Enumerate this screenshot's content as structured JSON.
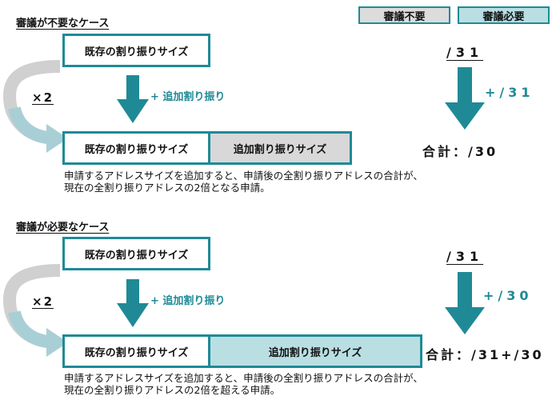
{
  "legend": {
    "not_required": "審議不要",
    "required": "審議必要"
  },
  "sections": [
    {
      "title": "審議が不要なケース",
      "existing_label": "既存の割り振りサイズ",
      "times": "×2",
      "add_label": "+ 追加割り振り",
      "bar_existing": "既存の割り振りサイズ",
      "bar_added": "追加割り振りサイズ",
      "mask": "/31",
      "mask_add": "+/31",
      "total": "合計：/30",
      "description_1": "申請するアドレスサイズを追加すると、申請後の全割り振りアドレスの合計が、",
      "description_2": "現在の全割り振りアドレスの2倍となる申請。"
    },
    {
      "title": "審議が必要なケース",
      "existing_label": "既存の割り振りサイズ",
      "times": "×2",
      "add_label": "+ 追加割り振り",
      "bar_existing": "既存の割り振りサイズ",
      "bar_added": "追加割り振りサイズ",
      "mask": "/31",
      "mask_add": "+/30",
      "total": "合計：/31+/30",
      "description_1": "申請するアドレスサイズを追加すると、申請後の全割り振りアドレスの合計が、",
      "description_2": "現在の全割り振りアドレスの2倍を超える申請。"
    }
  ],
  "colors": {
    "teal": "#1f8a96",
    "light_teal": "#b9dfe3",
    "gray": "#d8d8d8",
    "arc": "#b8d4dc"
  }
}
